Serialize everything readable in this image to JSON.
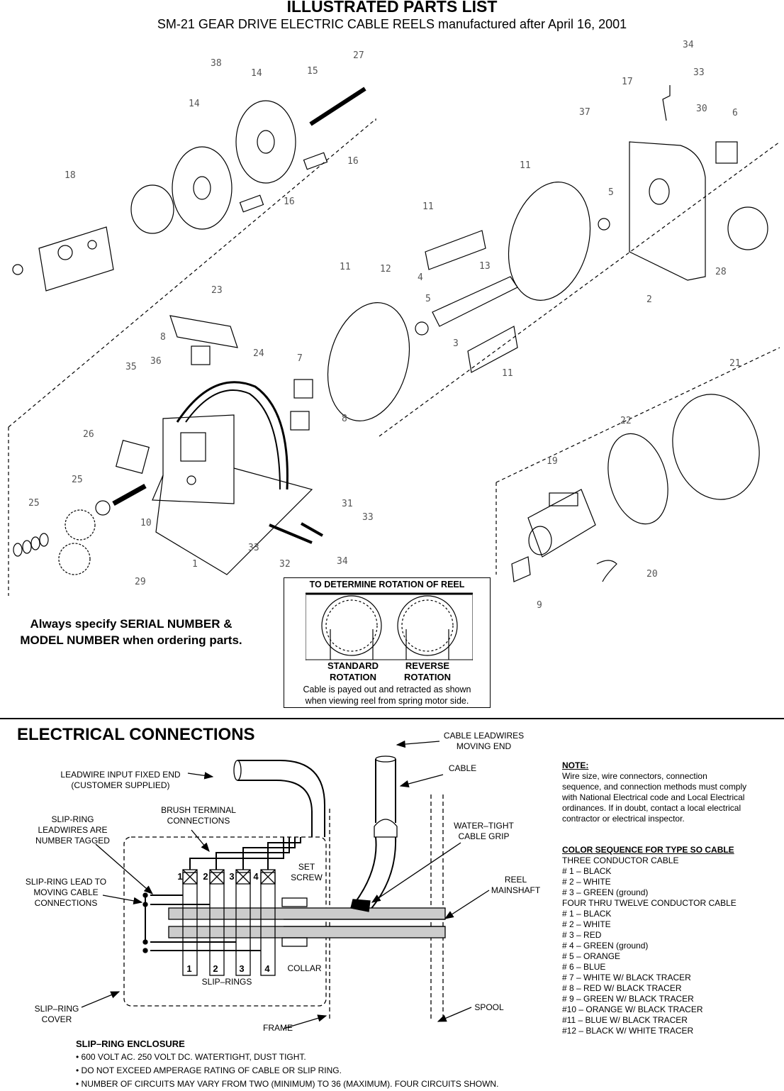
{
  "header": {
    "title": "ILLUSTRATED PARTS LIST",
    "subtitle": "SM-21 GEAR DRIVE ELECTRIC CABLE REELS manufactured after April 16, 2001"
  },
  "callouts": [
    "34",
    "33",
    "17",
    "30",
    "6",
    "37",
    "38",
    "14",
    "15",
    "27",
    "14",
    "16",
    "16",
    "18",
    "11",
    "5",
    "11",
    "28",
    "2",
    "11",
    "12",
    "4",
    "13",
    "5",
    "3",
    "11",
    "23",
    "8",
    "24",
    "35",
    "36",
    "7",
    "8",
    "21",
    "22",
    "26",
    "19",
    "25",
    "10",
    "31",
    "33",
    "25",
    "33",
    "34",
    "1",
    "32",
    "29",
    "20",
    "9"
  ],
  "always_specify": [
    "Always specify SERIAL NUMBER &",
    "MODEL NUMBER when ordering parts."
  ],
  "rotation": {
    "title": "TO DETERMINE ROTATION OF REEL",
    "standard": [
      "STANDARD",
      "ROTATION"
    ],
    "reverse": [
      "REVERSE",
      "ROTATION"
    ],
    "note": [
      "Cable is payed out and retracted as shown",
      "when viewing reel from spring motor side."
    ]
  },
  "electrical": {
    "title": "ELECTRICAL CONNECTIONS",
    "labels": {
      "leadwire_input": [
        "LEADWIRE INPUT FIXED END",
        "(CUSTOMER SUPPLIED)"
      ],
      "cable_leadwires": [
        "CABLE LEADWIRES",
        "MOVING END"
      ],
      "cable": "CABLE",
      "slipring_leadwires": [
        "SLIP-RING",
        "LEADWIRES ARE",
        "NUMBER TAGGED"
      ],
      "brush_terminal": [
        "BRUSH TERMINAL",
        "CONNECTIONS"
      ],
      "watertight": [
        "WATER–TIGHT",
        "CABLE GRIP"
      ],
      "slipring_lead": [
        "SLIP-RING LEAD TO",
        "MOVING CABLE",
        "CONNECTIONS"
      ],
      "set_screw": [
        "SET",
        "SCREW"
      ],
      "reel_mainshaft": [
        "REEL",
        "MAINSHAFT"
      ],
      "collar": "COLLAR",
      "slip_rings": "SLIP–RINGS",
      "slipring_cover": [
        "SLIP–RING",
        "COVER"
      ],
      "spool": "SPOOL",
      "frame": "FRAME"
    },
    "ring_numbers_top": [
      "1",
      "2",
      "3",
      "4"
    ],
    "ring_numbers_bottom": [
      "1",
      "2",
      "3",
      "4"
    ]
  },
  "note": {
    "heading": "NOTE:",
    "lines": [
      "Wire size, wire connectors, connection",
      "sequence, and connection methods must comply",
      "with National Electrical code and Local Electrical",
      "ordinances.  If in doubt, contact a local electrical",
      "contractor or electrical inspector."
    ]
  },
  "color_sequence": {
    "heading": "COLOR SEQUENCE FOR TYPE SO CABLE",
    "three_heading": "THREE CONDUCTOR CABLE",
    "three": [
      "# 1 – BLACK",
      "# 2 – WHITE",
      "# 3 – GREEN  (ground)"
    ],
    "four_heading": "FOUR THRU TWELVE CONDUCTOR CABLE",
    "four": [
      "#  1 – BLACK",
      "#  2 – WHITE",
      "#  3 – RED",
      "#  4 – GREEN (ground)",
      "#  5 – ORANGE",
      "#  6 – BLUE",
      "#  7 – WHITE W/ BLACK TRACER",
      "#  8 – RED W/ BLACK TRACER",
      "#  9 – GREEN W/ BLACK TRACER",
      "#10 – ORANGE W/ BLACK TRACER",
      "#11 – BLUE W/ BLACK TRACER",
      "#12 – BLACK W/ WHITE TRACER"
    ]
  },
  "enclosure": {
    "heading": "SLIP–RING ENCLOSURE",
    "bullets": [
      "• 600 VOLT AC.  250 VOLT DC.  WATERTIGHT, DUST TIGHT.",
      "• DO NOT EXCEED AMPERAGE RATING OF CABLE OR SLIP RING.",
      "• NUMBER OF CIRCUITS MAY VARY FROM TWO (MINIMUM) TO 36 (MAXIMUM).  FOUR CIRCUITS SHOWN."
    ]
  }
}
